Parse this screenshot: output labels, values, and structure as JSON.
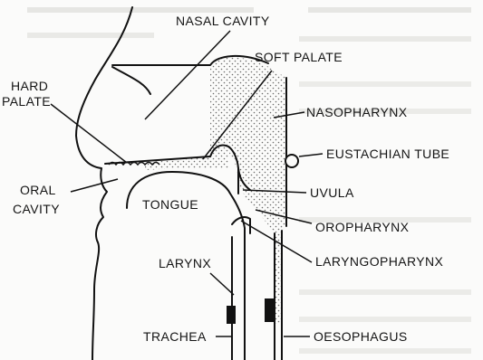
{
  "diagram": {
    "labels": {
      "nasal_cavity": "NASAL CAVITY",
      "soft_palate": "SOFT PALATE",
      "hard_palate_1": "HARD",
      "hard_palate_2": "PALATE",
      "nasopharynx": "NASOPHARYNX",
      "eustachian_tube": "EUSTACHIAN TUBE",
      "oral_cavity_1": "ORAL",
      "oral_cavity_2": "CAVITY",
      "tongue": "TONGUE",
      "uvula": "UVULA",
      "oropharynx": "OROPHARYNX",
      "larynx": "LARYNX",
      "laryngopharynx": "LARYNGOPHARYNX",
      "trachea": "TRACHEA",
      "oesophagus": "OESOPHAGUS"
    }
  }
}
